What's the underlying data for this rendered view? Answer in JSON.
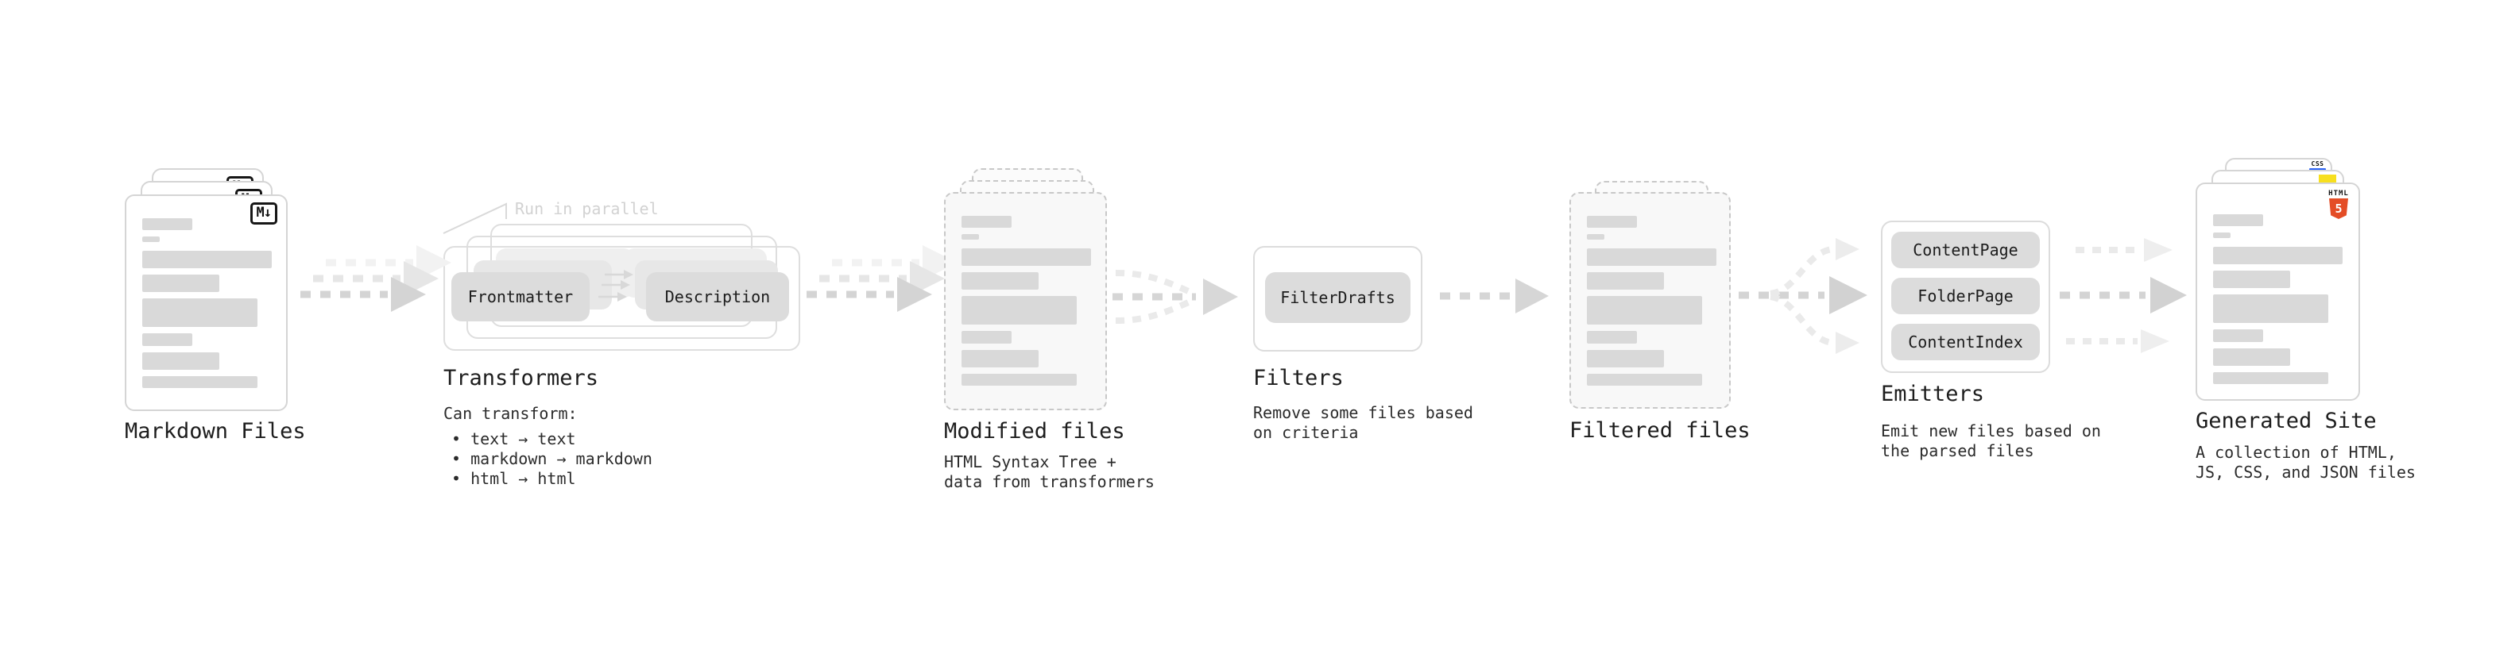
{
  "diagram": {
    "annotation_run_in_parallel": "Run in parallel"
  },
  "stages": {
    "markdown": {
      "title": "Markdown Files",
      "badge": "M↓"
    },
    "transformers": {
      "title": "Transformers",
      "pill_left": "Frontmatter",
      "pill_right": "Description",
      "subtitle": "Can transform:",
      "bullets": [
        "text → text",
        "markdown → markdown",
        "html → html"
      ]
    },
    "modified": {
      "title": "Modified files",
      "subtitle": "HTML Syntax Tree +\ndata from transformers"
    },
    "filters": {
      "title": "Filters",
      "pill": "FilterDrafts",
      "subtitle": "Remove some files based\non criteria"
    },
    "filtered": {
      "title": "Filtered files"
    },
    "emitters": {
      "title": "Emitters",
      "pills": [
        "ContentPage",
        "FolderPage",
        "ContentIndex"
      ],
      "subtitle": "Emit new files based on\nthe parsed files"
    },
    "generated": {
      "title": "Generated Site",
      "subtitle": "A collection of HTML,\nJS, CSS, and JSON files",
      "badge_html_label": "HTML",
      "badge_html_number": "5",
      "badge_css": "CSS"
    }
  },
  "colors": {
    "html5_orange": "#e44d26",
    "js_yellow": "#f7df1e",
    "css_blue": "#2b63f6",
    "skeleton_gray": "#d9d9d9",
    "arrow_gray": "#d4d4d4",
    "text_dark": "#1d1d1d",
    "annotation_gray": "#d2d2d2"
  }
}
